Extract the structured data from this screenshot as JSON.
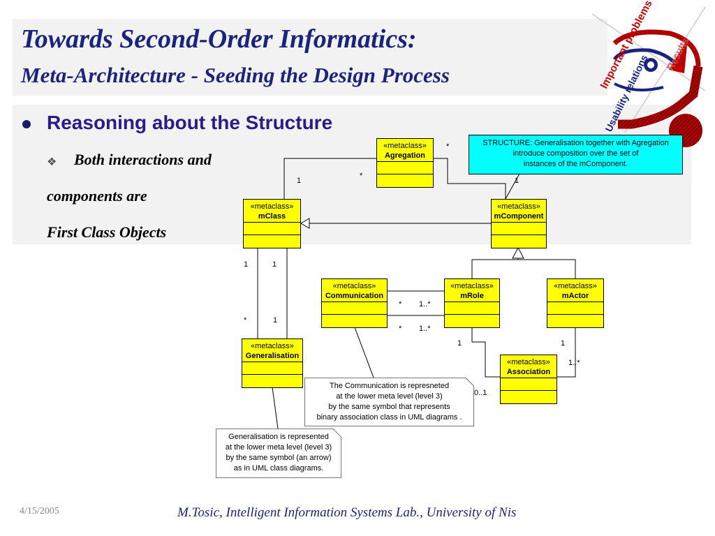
{
  "slide": {
    "title_line1": "Towards Second-Order Informatics:",
    "title_line2": "Meta-Architecture - Seeding the Design Process",
    "bullet": "Reasoning about the Structure",
    "sub_line1": "Both interactions and",
    "sub_line2": "components are",
    "sub_line3": "First Class Objects",
    "date": "4/15/2005",
    "credit": "M.Tosic, Intelligent Information Systems Lab., University of Nis"
  },
  "logo": {
    "text_important": "Important problems",
    "text_usability": "Usability relations",
    "text_results": "Results"
  },
  "colors": {
    "title": "#1a237e",
    "class_fill": "#ffff00",
    "note_cyan": "#00ffff",
    "logo_red": "#b00000"
  },
  "classes": {
    "stereotype": "«metaclass»",
    "agregation": "Agregation",
    "mclass": "mClass",
    "mcomponent": "mComponent",
    "communication": "Communication",
    "mrole": "mRole",
    "mactor": "mActor",
    "generalisation": "Generalisation",
    "association": "Association"
  },
  "notes": {
    "structure": [
      "STRUCTURE: Generalisation together with Agregation",
      "introduce composition over the set of",
      "instances of the mComponent."
    ],
    "communication": [
      "The Communication is represneted",
      "at the lower meta level (level 3)",
      "by the same symbol that represents",
      "binary association class in UML diagrams ."
    ],
    "generalisation": [
      "Generalisation is represented",
      "at the lower meta level (level 3)",
      "by the same symbol (an arrow)",
      "as in UML class diagrams."
    ]
  },
  "multiplicities": {
    "agg_star_top": "*",
    "agg_star_left": "*",
    "mclass_one_top": "1",
    "mcomp_one_top": "1",
    "mclass_one_a": "1",
    "mclass_one_b": "1",
    "gen_star": "*",
    "gen_one": "1",
    "comm_star_1": "*",
    "comm_many_1": "1..*",
    "comm_star_2": "*",
    "comm_many_2": "1..*",
    "mrole_one": "1",
    "mactor_one": "1",
    "assoc_many": "1..*",
    "assoc_zero_one": "0..1"
  }
}
